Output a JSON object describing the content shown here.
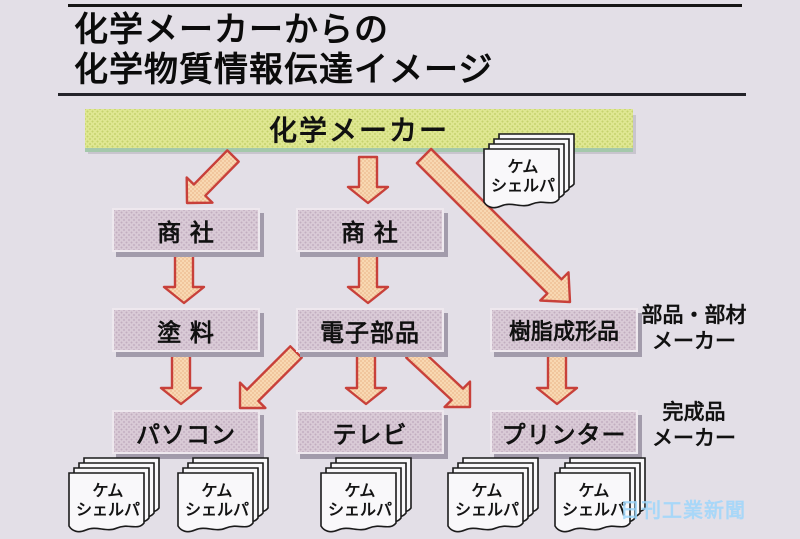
{
  "title": {
    "line1": "化学メーカーからの",
    "line2": "化学物質情報伝達イメージ",
    "full": "化学メーカーからの\n化学物質情報伝達イメージ"
  },
  "banner": {
    "label": "化学メーカー"
  },
  "chemsherpa": {
    "label": "ケム\nシェルパ"
  },
  "nodes": {
    "trader_left": "商 社",
    "trader_right": "商 社",
    "paint": "塗 料",
    "electronic_parts": "電子部品",
    "resin_molding": "樹脂成形品",
    "pc": "パソコン",
    "tv": "テレビ",
    "printer": "プリンター"
  },
  "side_labels": {
    "parts_maker": "部品・部材\nメーカー",
    "finished_maker": "完成品\nメーカー"
  },
  "watermark": "日刊工業新聞",
  "colors": {
    "background": "#e3dfe7",
    "banner_green": "#dfe792",
    "banner_shadow_teal": "#a4c8ab",
    "box_pink": "#d9cad6",
    "box_shadow_gray": "#a29bab",
    "arrow_fill": "#f8d8b2",
    "arrow_border": "#c8403a",
    "text_black": "#0b0b0b",
    "watermark_blue": "#9ed6fa"
  }
}
